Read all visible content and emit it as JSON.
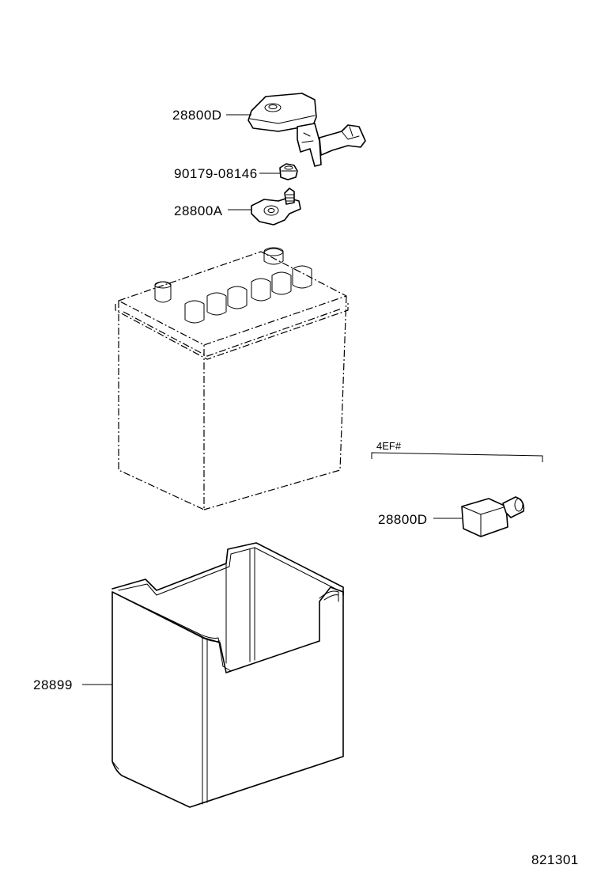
{
  "parts": {
    "cover_top": "28800D",
    "nut": "90179-08146",
    "terminal": "28800A",
    "tray": "28899",
    "cover_variant": "28800D"
  },
  "variant_note": "4EF#",
  "diagram_code": "821301"
}
